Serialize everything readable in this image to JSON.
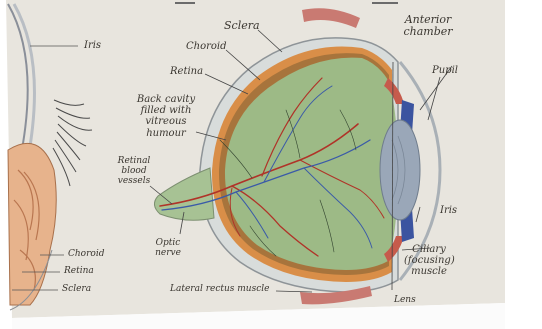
{
  "labels": {
    "sclera": "Sclera",
    "choroid": "Choroid",
    "retina": "Retina",
    "back_cavity": "Back cavity filled with vitreous humour",
    "retinal_blood_vessels": "Retinal blood vessels",
    "optic_nerve": "Optic nerve",
    "lateral_rectus": "Lateral rectus muscle",
    "lens": "Lens",
    "ciliary": "Ciliary (focusing) muscle",
    "iris": "Iris",
    "pupil": "Pupil",
    "anterior_chamber": "Anterior chamber",
    "left_iris": "Iris",
    "left_choroid": "Choroid",
    "left_retina": "Retina",
    "left_sclera": "Sclera"
  },
  "colors": {
    "paper": "#e9e6df",
    "vitreous": "#9dbb86",
    "choroid": "#d98f4a",
    "sclera": "#d7dbd9",
    "vessel_red": "#b03328",
    "vessel_blue": "#3a5aa8",
    "lens": "#98a6b8",
    "iris": "#3b54a0",
    "muscle": "#c97a72"
  }
}
